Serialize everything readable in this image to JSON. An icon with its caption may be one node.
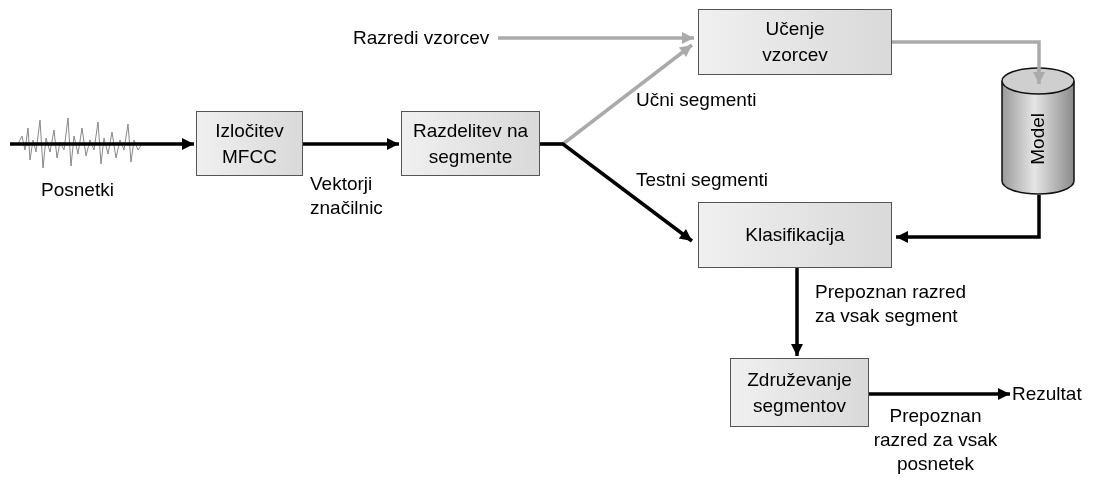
{
  "diagram": {
    "nodes": [
      {
        "text": [
          "Posnetki"
        ]
      },
      {
        "text": [
          "Izločitev MFCC"
        ]
      },
      {
        "text": [
          "Razdelitev na segmente"
        ]
      },
      {
        "text": [
          "Razredi vzorcev"
        ]
      },
      {
        "text": [
          "Učenje vzorcev"
        ]
      },
      {
        "text": [
          "Model"
        ]
      },
      {
        "text": [
          "Klasifikacija"
        ]
      },
      {
        "text": [
          "Združevanje segmentov"
        ]
      },
      {
        "text": [
          "Rezultat"
        ]
      }
    ],
    "edges": [
      {
        "from": 0,
        "to": 1,
        "arrow": "to"
      },
      {
        "from": 1,
        "to": 2,
        "arrow": "to",
        "label": "Vektorji značilnic"
      },
      {
        "from": 2,
        "to": 4,
        "arrow": "to",
        "label": "Učni segmenti",
        "color": "#aaaaaa"
      },
      {
        "from": 2,
        "to": 6,
        "arrow": "to",
        "label": "Testni segmenti"
      },
      {
        "from": 3,
        "to": 4,
        "arrow": "to",
        "color": "#aaaaaa"
      },
      {
        "from": 4,
        "to": 5,
        "arrow": "to",
        "color": "#aaaaaa"
      },
      {
        "from": 5,
        "to": 6,
        "arrow": "to"
      },
      {
        "from": 6,
        "to": 7,
        "arrow": "to",
        "label": "Prepoznan razred za vsak segment"
      },
      {
        "from": 7,
        "to": 8,
        "arrow": "to",
        "label": "Prepoznan razred za vsak posnetek"
      }
    ]
  }
}
